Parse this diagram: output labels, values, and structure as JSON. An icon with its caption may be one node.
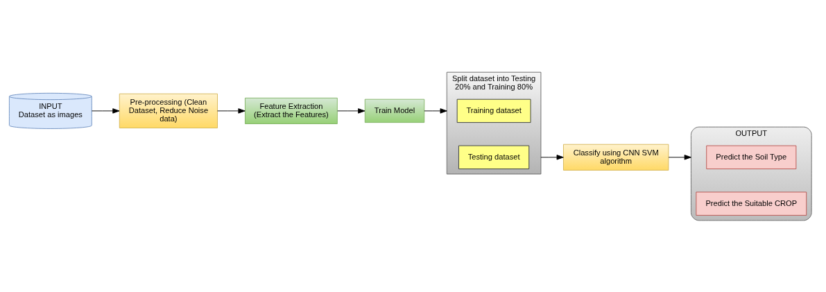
{
  "diagram": {
    "nodes": [
      {
        "text": [
          "INPUT",
          "Dataset as images"
        ]
      },
      {
        "text": [
          "Pre-processing (Clean Dataset, Reduce Noise data)"
        ]
      },
      {
        "text": [
          "Feature Extraction (Extract the Features)"
        ]
      },
      {
        "text": [
          "Train Model"
        ]
      },
      {
        "text": [
          "Split dataset into Testing 20% and Training 80%"
        ]
      },
      {
        "text": [
          "Training dataset"
        ],
        "in": 4
      },
      {
        "text": [
          "Testing dataset"
        ],
        "in": 4
      },
      {
        "text": [
          "Classify using CNN SVM algorithm"
        ]
      },
      {
        "text": [
          "OUTPUT"
        ]
      },
      {
        "text": [
          "Predict the Soil Type"
        ],
        "in": 8
      },
      {
        "text": [
          "Predict the Suitable CROP"
        ],
        "in": 8
      }
    ],
    "edges": [
      {
        "from": 0,
        "to": 1,
        "arrow": "to"
      },
      {
        "from": 1,
        "to": 2,
        "arrow": "to"
      },
      {
        "from": 2,
        "to": 3,
        "arrow": "to"
      },
      {
        "from": 3,
        "to": 4,
        "arrow": "to"
      },
      {
        "from": 4,
        "to": 7,
        "arrow": "to"
      },
      {
        "from": 7,
        "to": 8,
        "arrow": "to"
      }
    ]
  }
}
